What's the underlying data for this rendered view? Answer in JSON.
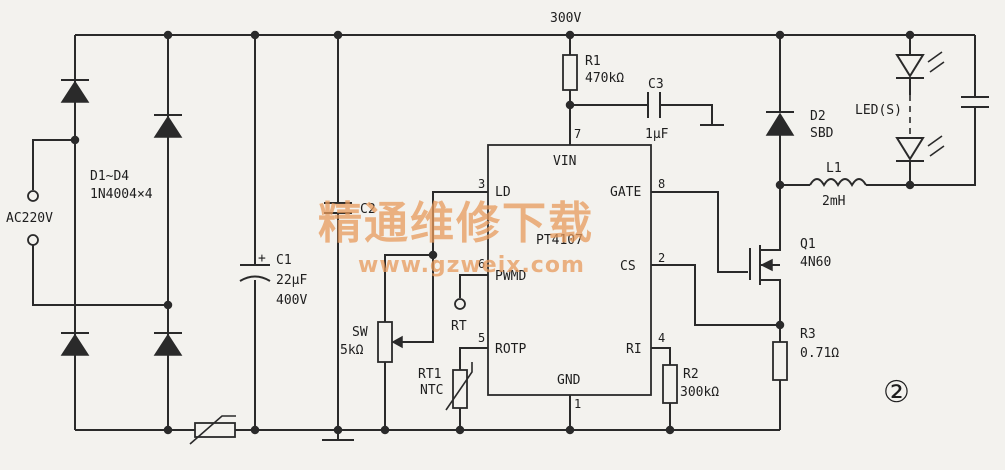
{
  "labels": {
    "v300": "300V",
    "r1_name": "R1",
    "r1_value": "470kΩ",
    "c3_name": "C3",
    "c3_value": "1μF",
    "d14_name": "D1~D4",
    "d14_value": "1N4004×4",
    "ac": "AC220V",
    "c1_name": "C1",
    "c1_value": "22μF",
    "c1_volt": "400V",
    "c2_name": "C2",
    "ic_name": "PT4107",
    "vin": "VIN",
    "gate": "GATE",
    "cs": "CS",
    "ld": "LD",
    "pwmd": "PWMD",
    "rotp": "ROTP",
    "ri": "RI",
    "gnd": "GND",
    "pin7": "7",
    "pin8": "8",
    "pin3": "3",
    "pin6": "6",
    "pin2": "2",
    "pin5": "5",
    "pin4": "4",
    "pin1": "1",
    "d2_name": "D2",
    "d2_type": "SBD",
    "led": "LED(S)",
    "l1_name": "L1",
    "l1_value": "2mH",
    "q1_name": "Q1",
    "q1_type": "4N60",
    "r3_name": "R3",
    "r3_value": "0.71Ω",
    "sw_name": "SW",
    "sw_value": "5kΩ",
    "rt": "RT",
    "rt1_name": "RT1",
    "rt1_type": "NTC",
    "ntc": "NTC",
    "r2_name": "R2",
    "r2_value": "300kΩ",
    "fig_no": "②"
  },
  "watermark": {
    "title": "精通维修下载",
    "url": "www.gzweix.com"
  },
  "colors": {
    "ink": "#2a2a2a",
    "paper": "#f3f2ee",
    "watermark": "#e89a5c"
  }
}
